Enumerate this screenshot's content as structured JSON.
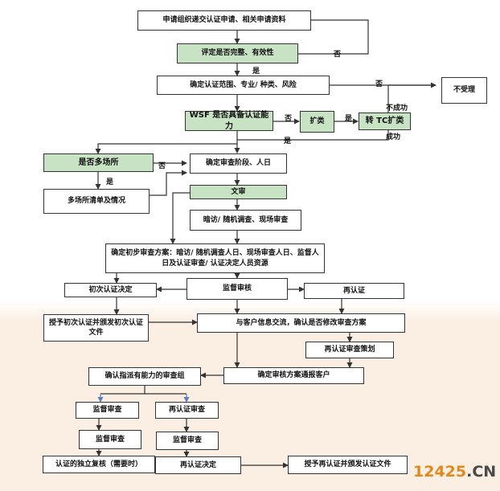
{
  "nodes": {
    "apply": "申请组织递交认证申请、相关申请资料",
    "evaluate": "评定是否完整、有效性",
    "scope": "确定认证范围、专业/ 种类、风险",
    "reject": "不受理",
    "wsf": "WSF 是否具备认证能力",
    "expand": "扩类",
    "tc_expand": "转 TC扩类",
    "multisite": "是否多场所",
    "audit_stage": "确定审查阶段、人日",
    "multisite_list": "多场所清单及情况",
    "doc_review": "文审",
    "unannounced": "暗访/ 随机调查、现场审查",
    "initial_plan": "确定初步审查方案：暗访/ 随机调查人日、现场审查人日、监督人日及认证审查/ 认证决定人员资源",
    "initial_decision": "初次认证决定",
    "surveillance_audit": "监督审核",
    "recert": "再认证",
    "grant_initial": "授予初次认证并颁发初次认证文件",
    "client_exchange": "与客户信息交流，确认是否修改审查方案",
    "recert_plan": "再认证审查策划",
    "confirm_team": "确认指派有能力的审查组",
    "report_plan": "确定审核方案通报客户",
    "surv_review_1": "监督审查",
    "recert_review": "再认证审查",
    "surv_review_2": "监督审查",
    "surv_review_3": "监督审查",
    "independent_review": "认证的独立复核（需要时）",
    "recert_decision": "再认证决定",
    "grant_recert": "授予再认证并颁发认证文件"
  },
  "labels": {
    "no_1": "否",
    "yes_1": "是",
    "no_2": "否",
    "no_3": "否",
    "yes_2": "是",
    "fail": "不成功",
    "success": "成功",
    "yes_3": "是",
    "no_4": "否",
    "yes_4": "是"
  },
  "watermark": {
    "number": "12425",
    "suffix": ".CN"
  },
  "colors": {
    "decision_fill": "#c7e3c4",
    "line": "#333333",
    "lower_background": "#fbeee3",
    "watermark": "#e08a1c",
    "blue_arrow": "#5b7fc4"
  }
}
